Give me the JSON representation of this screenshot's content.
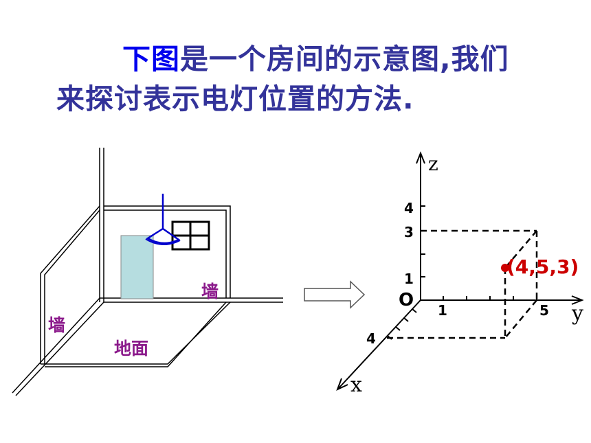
{
  "title": {
    "line1_highlight": "下图",
    "line1_rest": "是一个房间的示意图,我们",
    "line2": "来探讨表示电灯位置的方法."
  },
  "room": {
    "wall_left_label": "墙",
    "wall_back_label": "墙",
    "floor_label": "地面"
  },
  "axes": {
    "z_label": "z",
    "y_label": "y",
    "x_label": "x",
    "origin_label": "O",
    "z_ticks": [
      "4",
      "3",
      "1"
    ],
    "y_ticks": [
      "1",
      "5"
    ],
    "x_ticks": [
      "4"
    ],
    "point_label": "(4,5,3)"
  },
  "colors": {
    "title": "#33339a",
    "title_highlight": "#0000ee",
    "room_label": "#8b1a8b",
    "point": "#cc0000",
    "lamp": "#0000cc",
    "door": "#b6dde0"
  }
}
